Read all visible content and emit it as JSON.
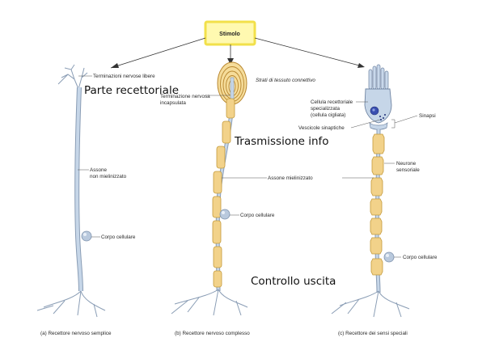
{
  "stimulus": {
    "label": "Stimolo"
  },
  "overlay": {
    "parte_recettoriale": "Parte recettoriale",
    "trasmissione_info": "Trasmissione info",
    "controllo_uscita": "Controllo uscita"
  },
  "panel_a": {
    "terminazioni": "Terminazioni nervose libere",
    "assone_line1": "Assone",
    "assone_line2": "non mielinizzato",
    "corpo": "Corpo cellulare",
    "caption": "(a) Recettore nervoso semplice"
  },
  "panel_b": {
    "strati": "Strati di tessuto connettivo",
    "terminazione_line1": "Terminazione nervosa",
    "terminazione_line2": "incapsulata",
    "assone": "Assone mielinizzato",
    "corpo": "Corpo cellulare",
    "caption": "(b) Recettore nervoso complesso"
  },
  "panel_c": {
    "cellula_line1": "Cellula recettoriale",
    "cellula_line2": "specializzata",
    "cellula_line3": "(cellula cigliata)",
    "sinapsi": "Sinapsi",
    "vescicole": "Vescicole sinaptiche",
    "neurone_line1": "Neurone",
    "neurone_line2": "sensoriale",
    "corpo": "Corpo cellulare",
    "caption": "(c) Recettore dei sensi speciali"
  },
  "colors": {
    "stimulus_fill": "#fff9b0",
    "stimulus_border": "#f2e04a",
    "nerve": "#c6d6e8",
    "myelin": "#f2d28a",
    "cell_nucleus": "#3a4fb0"
  }
}
